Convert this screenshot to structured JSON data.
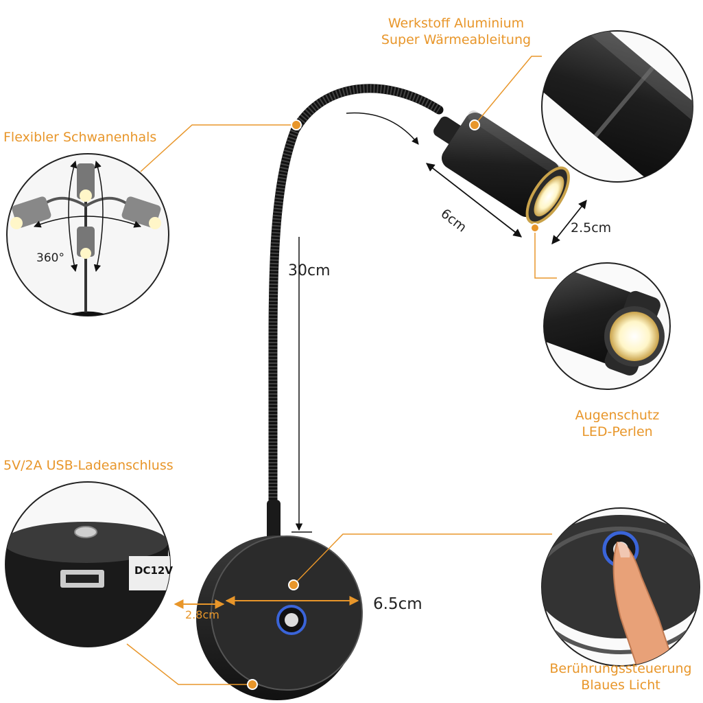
{
  "labels": {
    "material_line1": "Werkstoff Aluminium",
    "material_line2": "Super Wärmeableitung",
    "gooseneck": "Flexibler Schwanenhals",
    "eye_line1": "Augenschutz",
    "eye_line2": "LED-Perlen",
    "usb": "5V/2A USB-Ladeanschluss",
    "touch_line1": "Berührungssteuerung",
    "touch_line2": "Blaues Licht"
  },
  "dimensions": {
    "rotation": "360°",
    "neck_length": "30cm",
    "head_length": "6cm",
    "head_diameter": "2.5cm",
    "base_diameter": "6.5cm",
    "base_thickness": "2.8cm"
  },
  "inset_text": {
    "dc_label": "DC12V"
  },
  "colors": {
    "accent": "#e8962a",
    "lamp_body": "#1e1e1e",
    "touch_ring": "#3a64d8",
    "led_glow": "#fff6c8"
  }
}
